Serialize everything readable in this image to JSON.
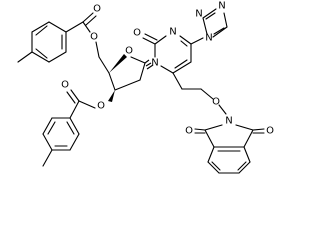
{
  "molecule": {
    "atom_labels": {
      "o_ester_top_carbonyl": "O",
      "o_ester_top_link": "O",
      "o_ring": "O",
      "o_ester_bottom_link": "O",
      "o_ester_bottom_carbonyl": "O",
      "n_pyrimidine_1": "N",
      "n_pyrimidine_3": "N",
      "o_pyrimidine_carbonyl": "O",
      "n_triazole_1": "N",
      "n_triazole_2": "N",
      "n_triazole_4": "N",
      "o_ether": "O",
      "n_phthalimide": "N",
      "o_phthalimide_left": "O",
      "o_phthalimide_right": "O"
    }
  }
}
